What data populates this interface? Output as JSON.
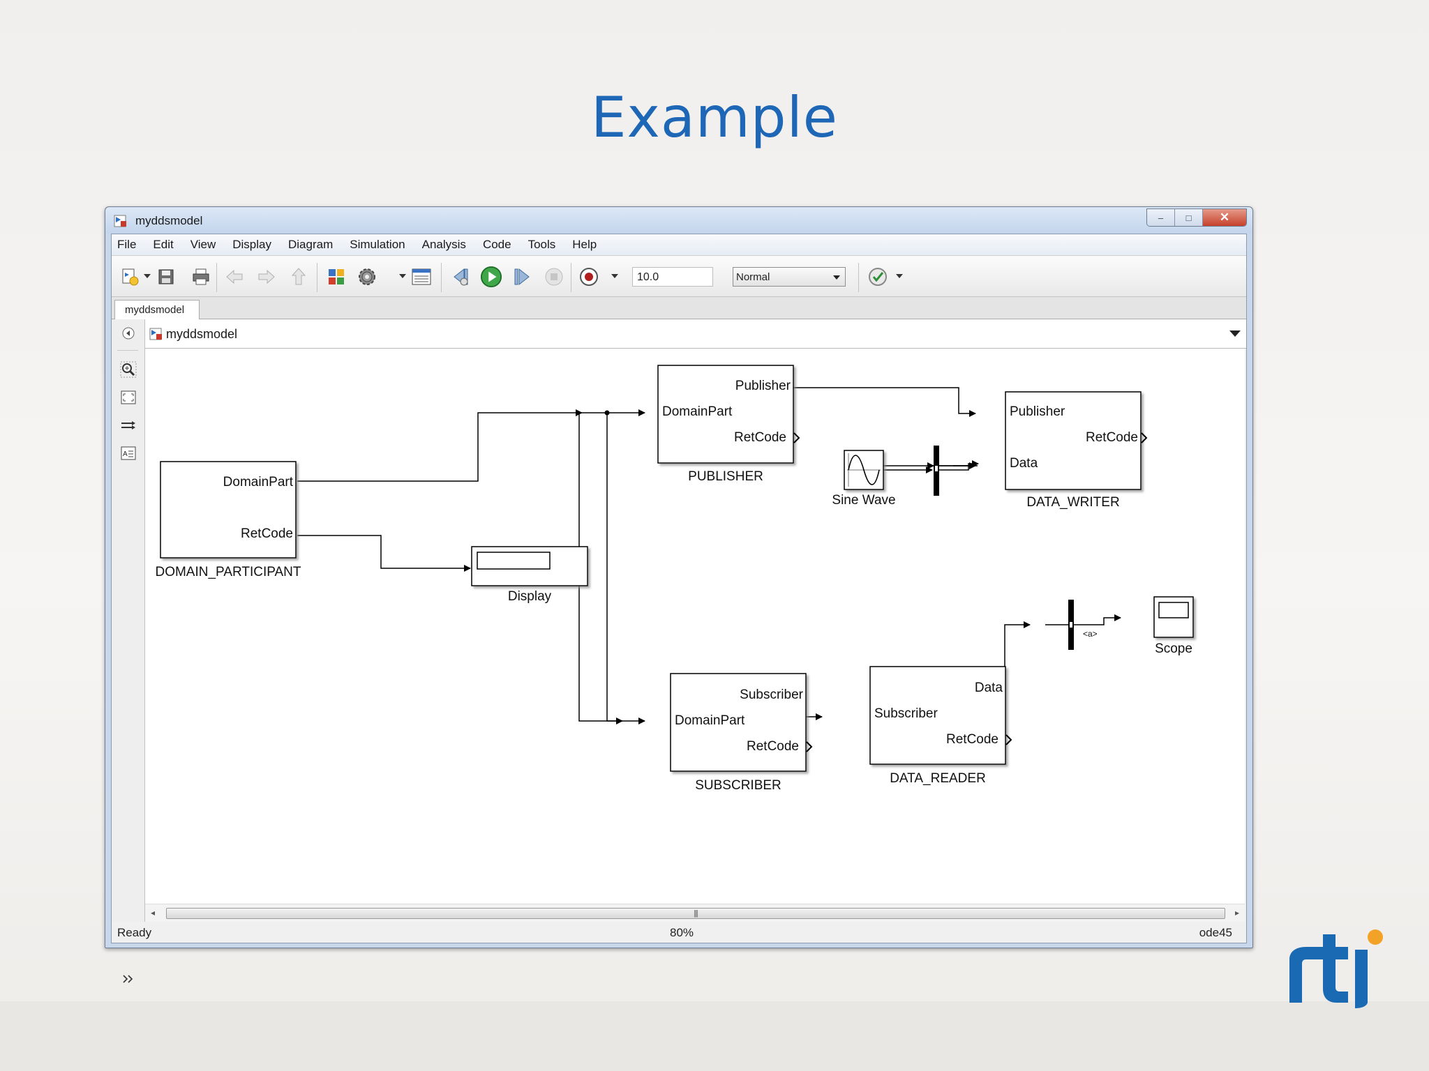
{
  "slide": {
    "title": "Example"
  },
  "window": {
    "title": "myddsmodel",
    "controls": {
      "minimize": "–",
      "maximize": "□",
      "close": "✕"
    }
  },
  "menu": [
    "File",
    "Edit",
    "View",
    "Display",
    "Diagram",
    "Simulation",
    "Analysis",
    "Code",
    "Tools",
    "Help"
  ],
  "toolbar": {
    "stop_time": "10.0",
    "simulation_mode": "Normal",
    "icons": [
      "new-model-icon",
      "save-icon",
      "print-icon",
      "back-icon",
      "forward-icon",
      "up-icon",
      "library-browser-icon",
      "model-settings-icon",
      "model-explorer-icon",
      "step-back-icon",
      "run-icon",
      "step-forward-icon",
      "stop-icon",
      "record-icon",
      "model-advisor-icon"
    ]
  },
  "tab": {
    "label": "myddsmodel"
  },
  "address": {
    "path": "myddsmodel"
  },
  "diagram": {
    "blocks": {
      "domain_participant": {
        "name": "DOMAIN_PARTICIPANT",
        "ports_out": [
          "DomainPart",
          "RetCode"
        ]
      },
      "display": {
        "name": "Display"
      },
      "publisher": {
        "name": "PUBLISHER",
        "port_in": "DomainPart",
        "ports_out": [
          "Publisher",
          "RetCode"
        ]
      },
      "data_writer": {
        "name": "DATA_WRITER",
        "ports_in": [
          "Publisher",
          "Data"
        ],
        "port_out": "RetCode"
      },
      "sine_wave": {
        "name": "Sine Wave"
      },
      "subscriber": {
        "name": "SUBSCRIBER",
        "port_in": "DomainPart",
        "ports_out": [
          "Subscriber",
          "RetCode"
        ]
      },
      "data_reader": {
        "name": "DATA_READER",
        "port_in": "Subscriber",
        "ports_out": [
          "Data",
          "RetCode"
        ]
      },
      "scope": {
        "name": "Scope"
      },
      "selector_label": "<a>"
    }
  },
  "status": {
    "left": "Ready",
    "zoom": "80%",
    "solver": "ode45"
  },
  "colors": {
    "title_blue": "#1e66b6",
    "logo_blue": "#1a6ab3",
    "logo_orange": "#f2a227"
  },
  "logo": {
    "text": "rti"
  }
}
